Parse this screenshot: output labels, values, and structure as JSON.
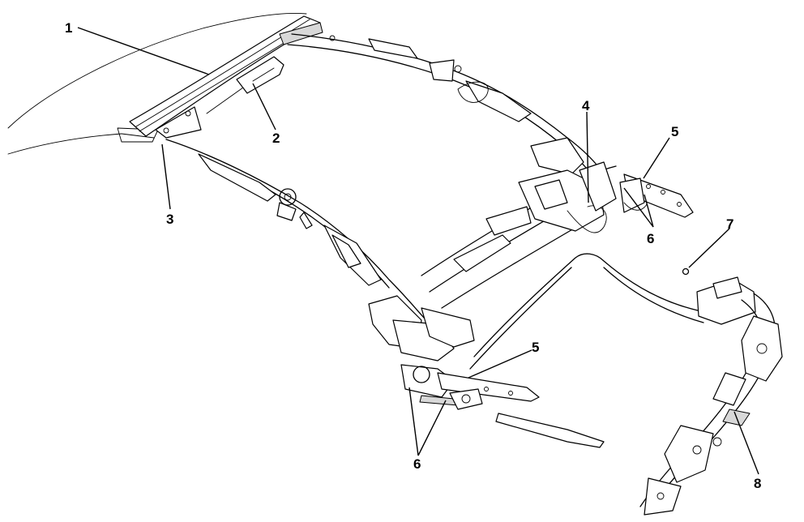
{
  "diagram": {
    "callouts": [
      {
        "id": "c1",
        "label": "1"
      },
      {
        "id": "c2",
        "label": "2"
      },
      {
        "id": "c3",
        "label": "3"
      },
      {
        "id": "c4",
        "label": "4"
      },
      {
        "id": "c5a",
        "label": "5"
      },
      {
        "id": "c6a",
        "label": "6"
      },
      {
        "id": "c7",
        "label": "7"
      },
      {
        "id": "c5b",
        "label": "5"
      },
      {
        "id": "c6b",
        "label": "6"
      },
      {
        "id": "c8",
        "label": "8"
      }
    ]
  }
}
